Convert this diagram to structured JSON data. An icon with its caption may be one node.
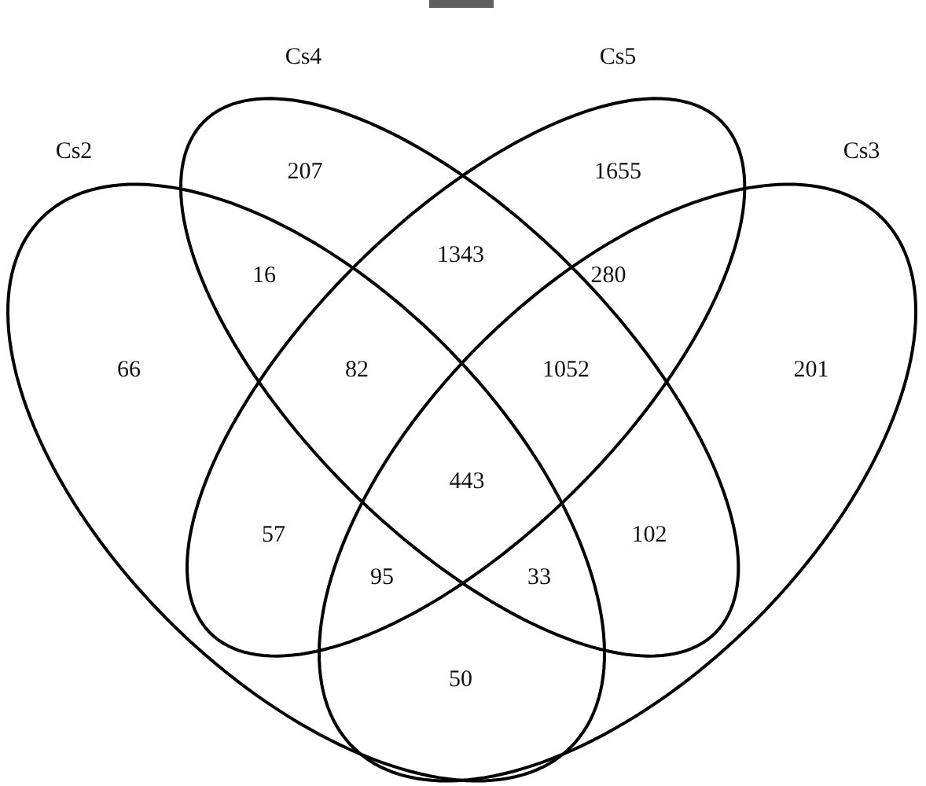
{
  "diagram": {
    "nodes": [
      {
        "text": [
          "Cs4"
        ]
      },
      {
        "text": [
          "Cs5"
        ]
      },
      {
        "text": [
          "Cs2"
        ]
      },
      {
        "text": [
          "Cs3"
        ]
      }
    ],
    "labels": [
      "207",
      "1655",
      "1343",
      "16",
      "280",
      "66",
      "82",
      "1052",
      "201",
      "443",
      "57",
      "102",
      "95",
      "33",
      "50"
    ]
  }
}
